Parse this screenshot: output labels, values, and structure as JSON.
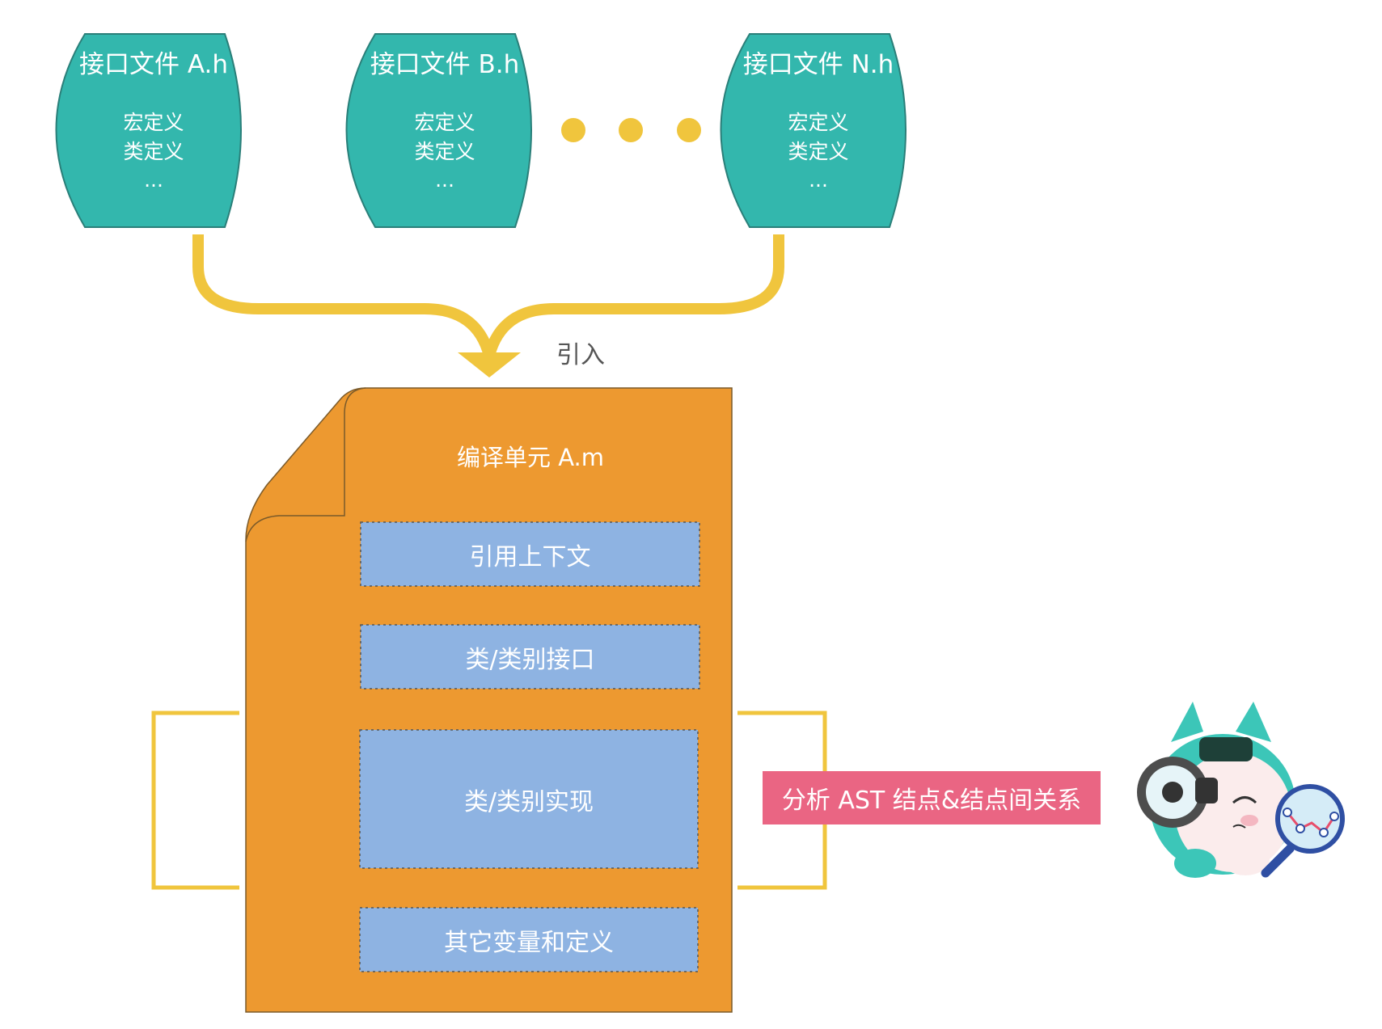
{
  "colors": {
    "header_fill": "#33b7ad",
    "header_stroke": "#2a7f79",
    "dots": "#f0c53d",
    "arrow": "#f0c53d",
    "document_fill": "#ed9930",
    "segment_fill": "#8eb3e2",
    "bracket": "#f0c53d",
    "analysis_bg": "#ea6583"
  },
  "headers": [
    {
      "title": "接口文件 A.h",
      "lines": [
        "宏定义",
        "类定义",
        "..."
      ]
    },
    {
      "title": "接口文件 B.h",
      "lines": [
        "宏定义",
        "类定义",
        "..."
      ]
    },
    {
      "title": "接口文件 N.h",
      "lines": [
        "宏定义",
        "类定义",
        "..."
      ]
    }
  ],
  "import_label": "引入",
  "compile_unit": {
    "title": "编译单元 A.m",
    "segments": [
      "引用上下文",
      "类/类别接口",
      "类/类别实现",
      "其它变量和定义"
    ]
  },
  "analysis_label": "分析 AST 结点&结点间关系",
  "mascot_icon": "magnifier-mascot-icon"
}
